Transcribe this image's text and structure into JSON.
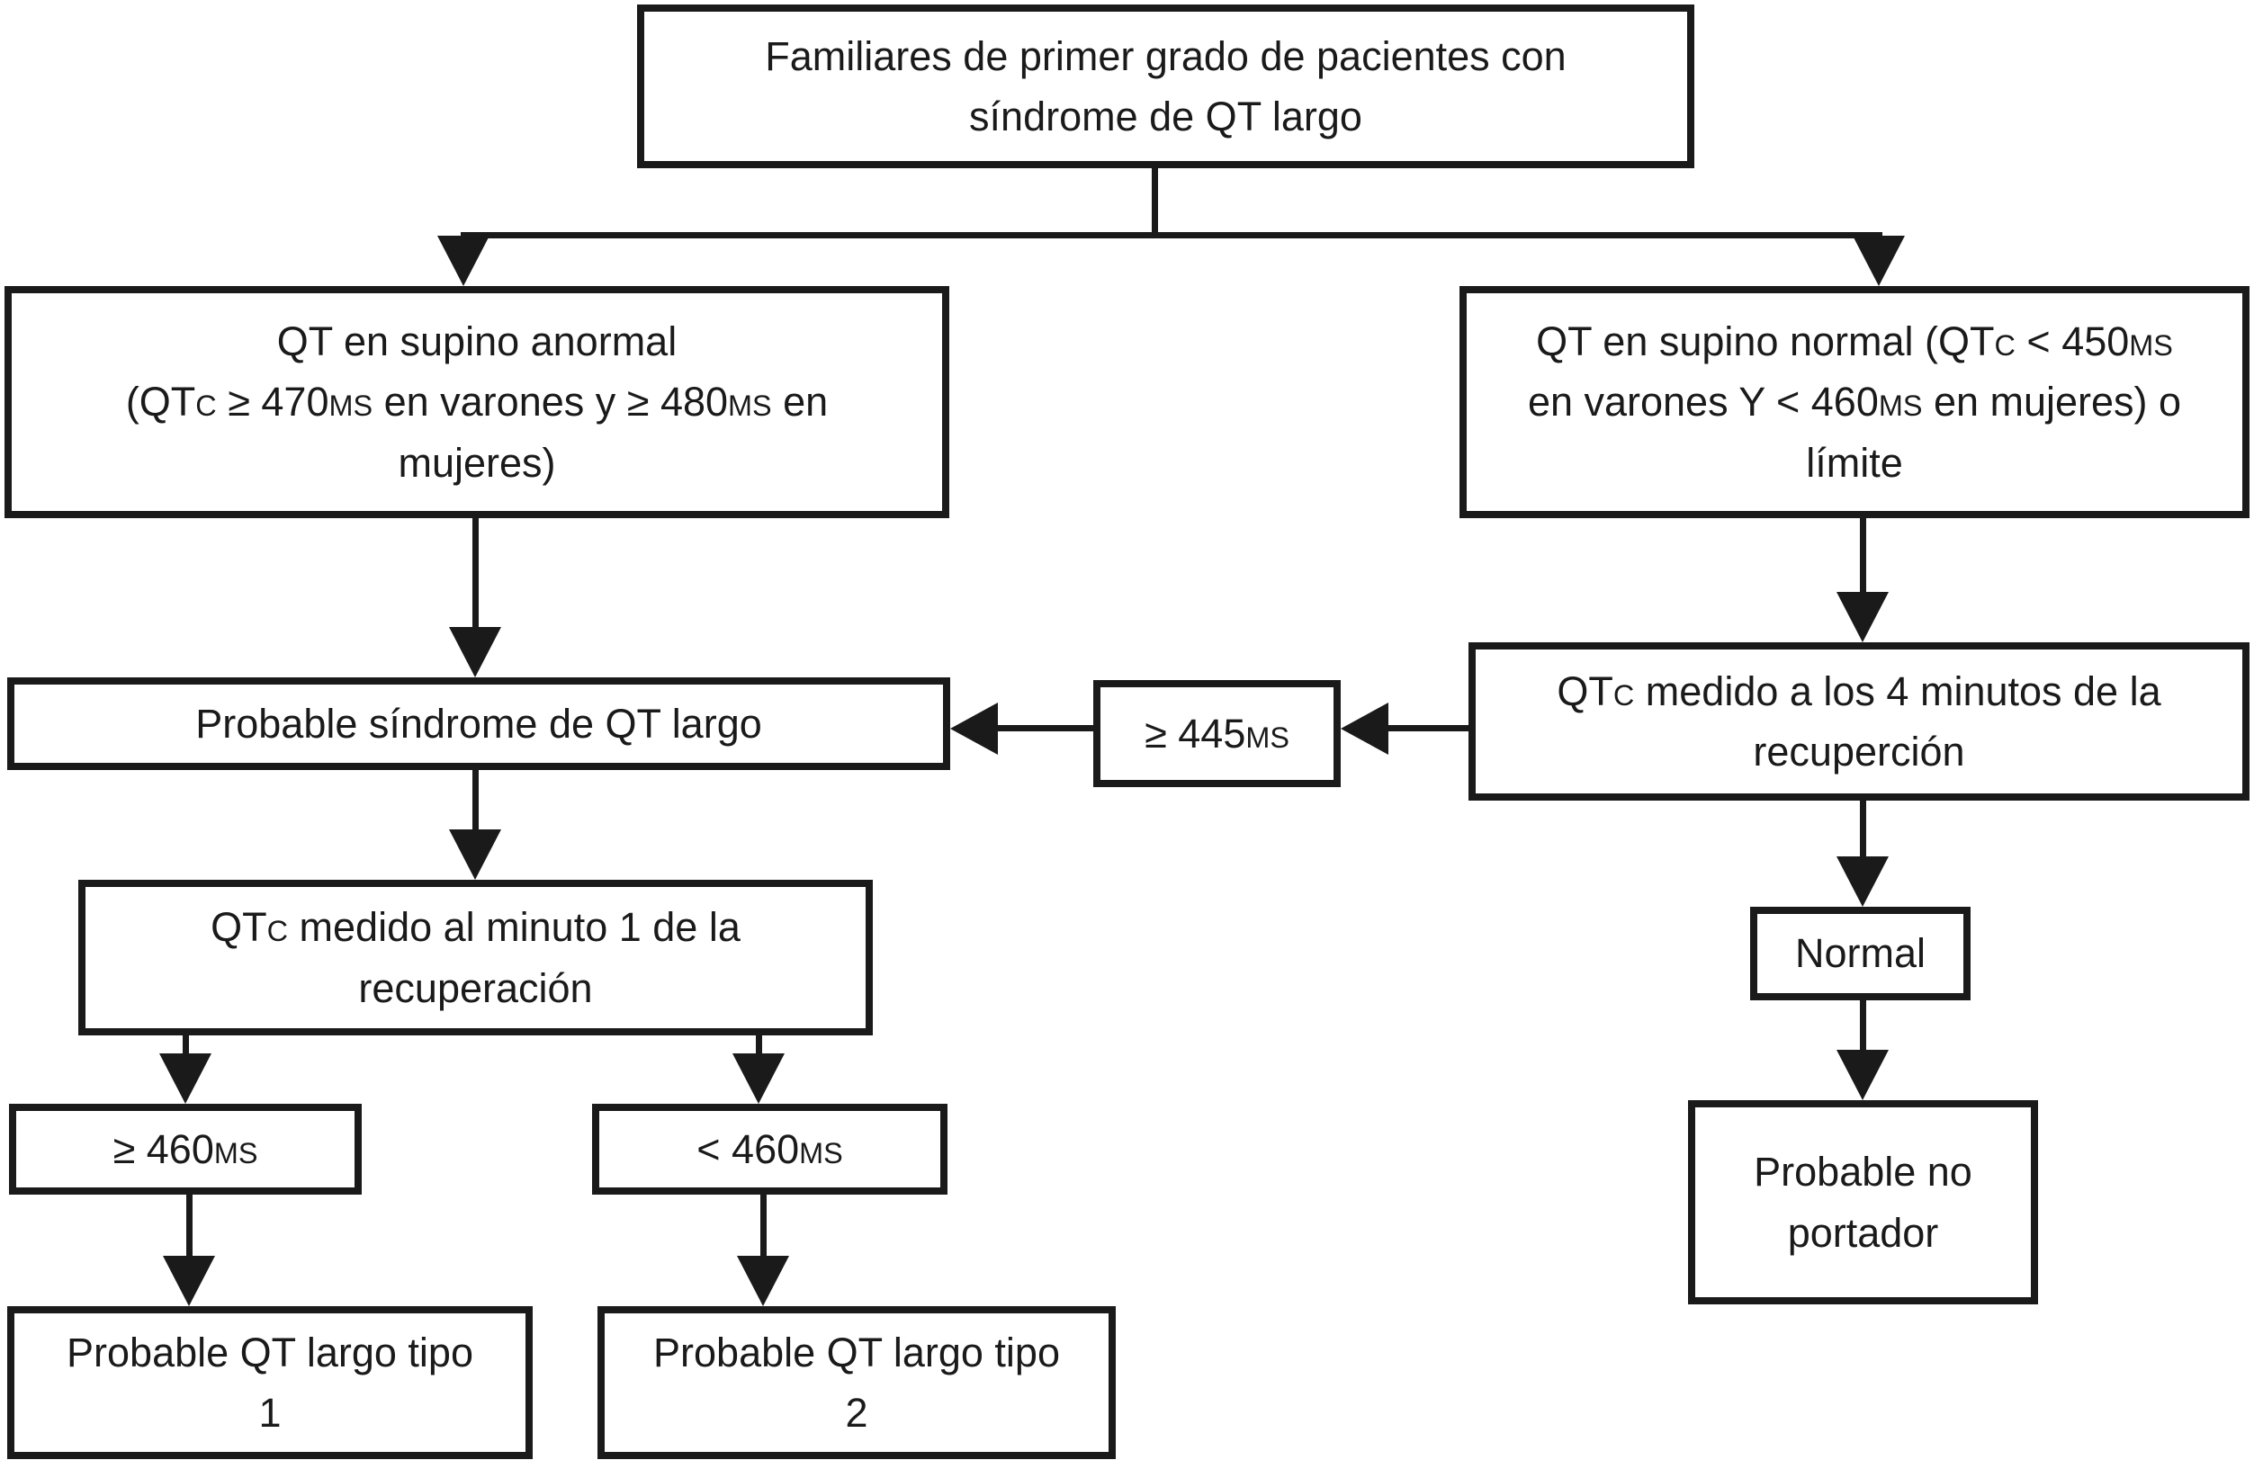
{
  "figure": {
    "type": "flowchart",
    "language": "es",
    "ink_color": "#1a1a1a",
    "background_color": "#ffffff"
  },
  "nodes": {
    "familiares": {
      "l1": "Familiares de primer grado de pacientes con",
      "l2": "síndrome de QT largo"
    },
    "supino_anormal": {
      "l1": "QT en supino anormal",
      "l2a": "(QT",
      "l2b": "C",
      "l2c": " ≥ 470",
      "l2d": "MS",
      "l2e": " en varones y ≥ 480",
      "l2f": "MS",
      "l2g": " en",
      "l3": "mujeres)"
    },
    "supino_normal": {
      "l1a": "QT en supino normal (QT",
      "l1b": "C",
      "l1c": " < 450",
      "l1d": "MS",
      "l2a": "en varones Y < 460",
      "l2b": "MS",
      "l2c": " en mujeres) o",
      "l3": "límite"
    },
    "probable_sqtl": {
      "l1": "Probable síndrome de QT largo"
    },
    "ge445": {
      "a": "≥ 445",
      "b": "MS"
    },
    "qtc_4min": {
      "l1a": "QT",
      "l1b": "C",
      "l1c": " medido a los 4 minutos de la",
      "l2": "recuperción"
    },
    "normal": {
      "l1": "Normal"
    },
    "qtc_1min": {
      "l1a": "QT",
      "l1b": "C",
      "l1c": " medido al minuto 1 de la",
      "l2": "recuperación"
    },
    "ge460": {
      "a": "≥ 460",
      "b": "MS"
    },
    "lt460": {
      "a": "< 460",
      "b": "MS"
    },
    "no_portador": {
      "l1": "Probable no",
      "l2": "portador"
    },
    "tipo1": {
      "l1": "Probable QT largo tipo",
      "l2": "1"
    },
    "tipo2": {
      "l1": "Probable QT largo tipo",
      "l2": "2"
    }
  }
}
